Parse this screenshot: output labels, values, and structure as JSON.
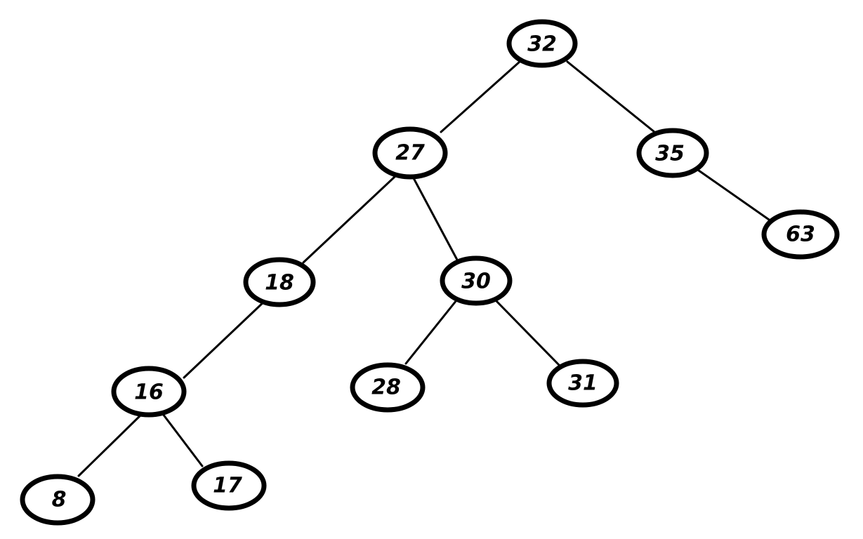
{
  "diagram": {
    "type": "binary-search-tree",
    "nodes": [
      {
        "id": "n32",
        "label": "32"
      },
      {
        "id": "n27",
        "label": "27"
      },
      {
        "id": "n35",
        "label": "35"
      },
      {
        "id": "n63",
        "label": "63"
      },
      {
        "id": "n18",
        "label": "18"
      },
      {
        "id": "n30",
        "label": "30"
      },
      {
        "id": "n16",
        "label": "16"
      },
      {
        "id": "n28",
        "label": "28"
      },
      {
        "id": "n31",
        "label": "31"
      },
      {
        "id": "n8",
        "label": "8"
      },
      {
        "id": "n17",
        "label": "17"
      }
    ],
    "edges": [
      {
        "from": "n32",
        "to": "n27"
      },
      {
        "from": "n32",
        "to": "n35"
      },
      {
        "from": "n35",
        "to": "n63"
      },
      {
        "from": "n27",
        "to": "n18"
      },
      {
        "from": "n27",
        "to": "n30"
      },
      {
        "from": "n18",
        "to": "n16"
      },
      {
        "from": "n30",
        "to": "n28"
      },
      {
        "from": "n30",
        "to": "n31"
      },
      {
        "from": "n16",
        "to": "n8"
      },
      {
        "from": "n16",
        "to": "n17"
      }
    ]
  }
}
